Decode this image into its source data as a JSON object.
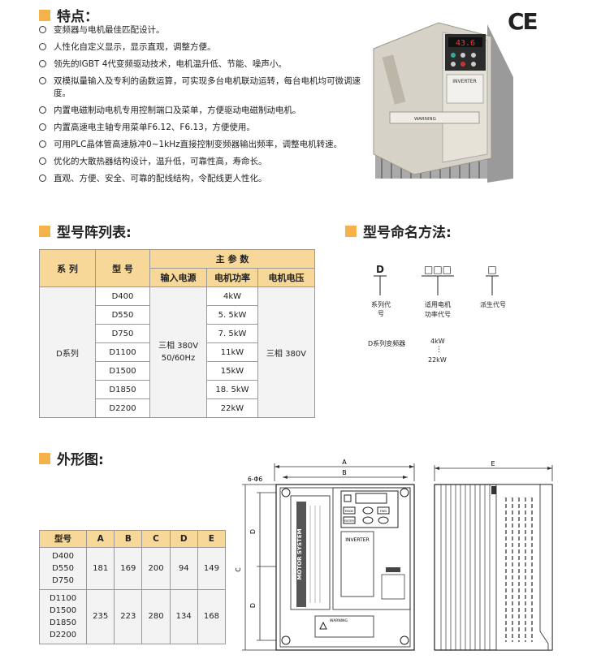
{
  "features": {
    "title": "特点：",
    "items": [
      "变频器与电机最佳匹配设计。",
      "人性化自定义显示，显示直观，调整方便。",
      "领先的IGBT 4代变频驱动技术，电机温升低、节能、噪声小。",
      "双模拟量输入及专利的函数运算，可实现多台电机联动运转，每台电机均可微调速度。",
      "内置电磁制动电机专用控制端口及菜单，方便驱动电磁制动电机。",
      "内置高速电主轴专用菜单F6.12、F6.13，方便使用。",
      "可用PLC晶体管高速脉冲0~1kHz直接控制变频器输出频率，调整电机转速。",
      "优化的大散热器结构设计，温升低，可靠性高，寿命长。",
      "直观、方便、安全、可靠的配线结构，令配线更人性化。"
    ]
  },
  "ce_mark": "CE",
  "product_photo": {
    "display": "43.6",
    "label": "INVERTER",
    "warning": "WARNING"
  },
  "model_table": {
    "title": "型号阵列表:",
    "headers": {
      "series": "系 列",
      "model": "型 号",
      "main_params": "主 参 数",
      "input": "输入电源",
      "power": "电机功率",
      "voltage": "电机电压"
    },
    "series": "D系列",
    "input": "三相 380V\n50/60Hz",
    "voltage": "三相 380V",
    "rows": [
      {
        "model": "D400",
        "power": "4kW"
      },
      {
        "model": "D550",
        "power": "5. 5kW"
      },
      {
        "model": "D750",
        "power": "7. 5kW"
      },
      {
        "model": "D1100",
        "power": "11kW"
      },
      {
        "model": "D1500",
        "power": "15kW"
      },
      {
        "model": "D1850",
        "power": "18. 5kW"
      },
      {
        "model": "D2200",
        "power": "22kW"
      }
    ]
  },
  "naming": {
    "title": "型号命名方法:",
    "code_d": "D",
    "code_boxes": "□□□",
    "code_box": "□",
    "label_series": "系列代号",
    "label_power": "适用电机\n功率代号",
    "label_derived": "派生代号",
    "example_series": "D系列变频器",
    "example_from": "4kW",
    "example_dots": "⋮",
    "example_to": "22kW"
  },
  "outline": {
    "title": "外形图:",
    "headers": [
      "型号",
      "A",
      "B",
      "C",
      "D",
      "E"
    ],
    "groups": [
      {
        "models": [
          "D400",
          "D550",
          "D750"
        ],
        "values": [
          "181",
          "169",
          "200",
          "94",
          "149"
        ]
      },
      {
        "models": [
          "D1100",
          "D1500",
          "D1850",
          "D2200"
        ],
        "values": [
          "235",
          "223",
          "280",
          "134",
          "168"
        ]
      }
    ]
  },
  "drawing": {
    "dim_a": "A",
    "dim_b": "B",
    "dim_c": "C",
    "dim_d": "D",
    "dim_e": "E",
    "hole": "6-Φ6",
    "side_label": "MOTOR SYSTEM",
    "inverter": "INVERTER",
    "btn_mode": "MODE",
    "btn_enter": "ENTER",
    "btn_fwd": "FWD",
    "warning": "WARNING"
  }
}
